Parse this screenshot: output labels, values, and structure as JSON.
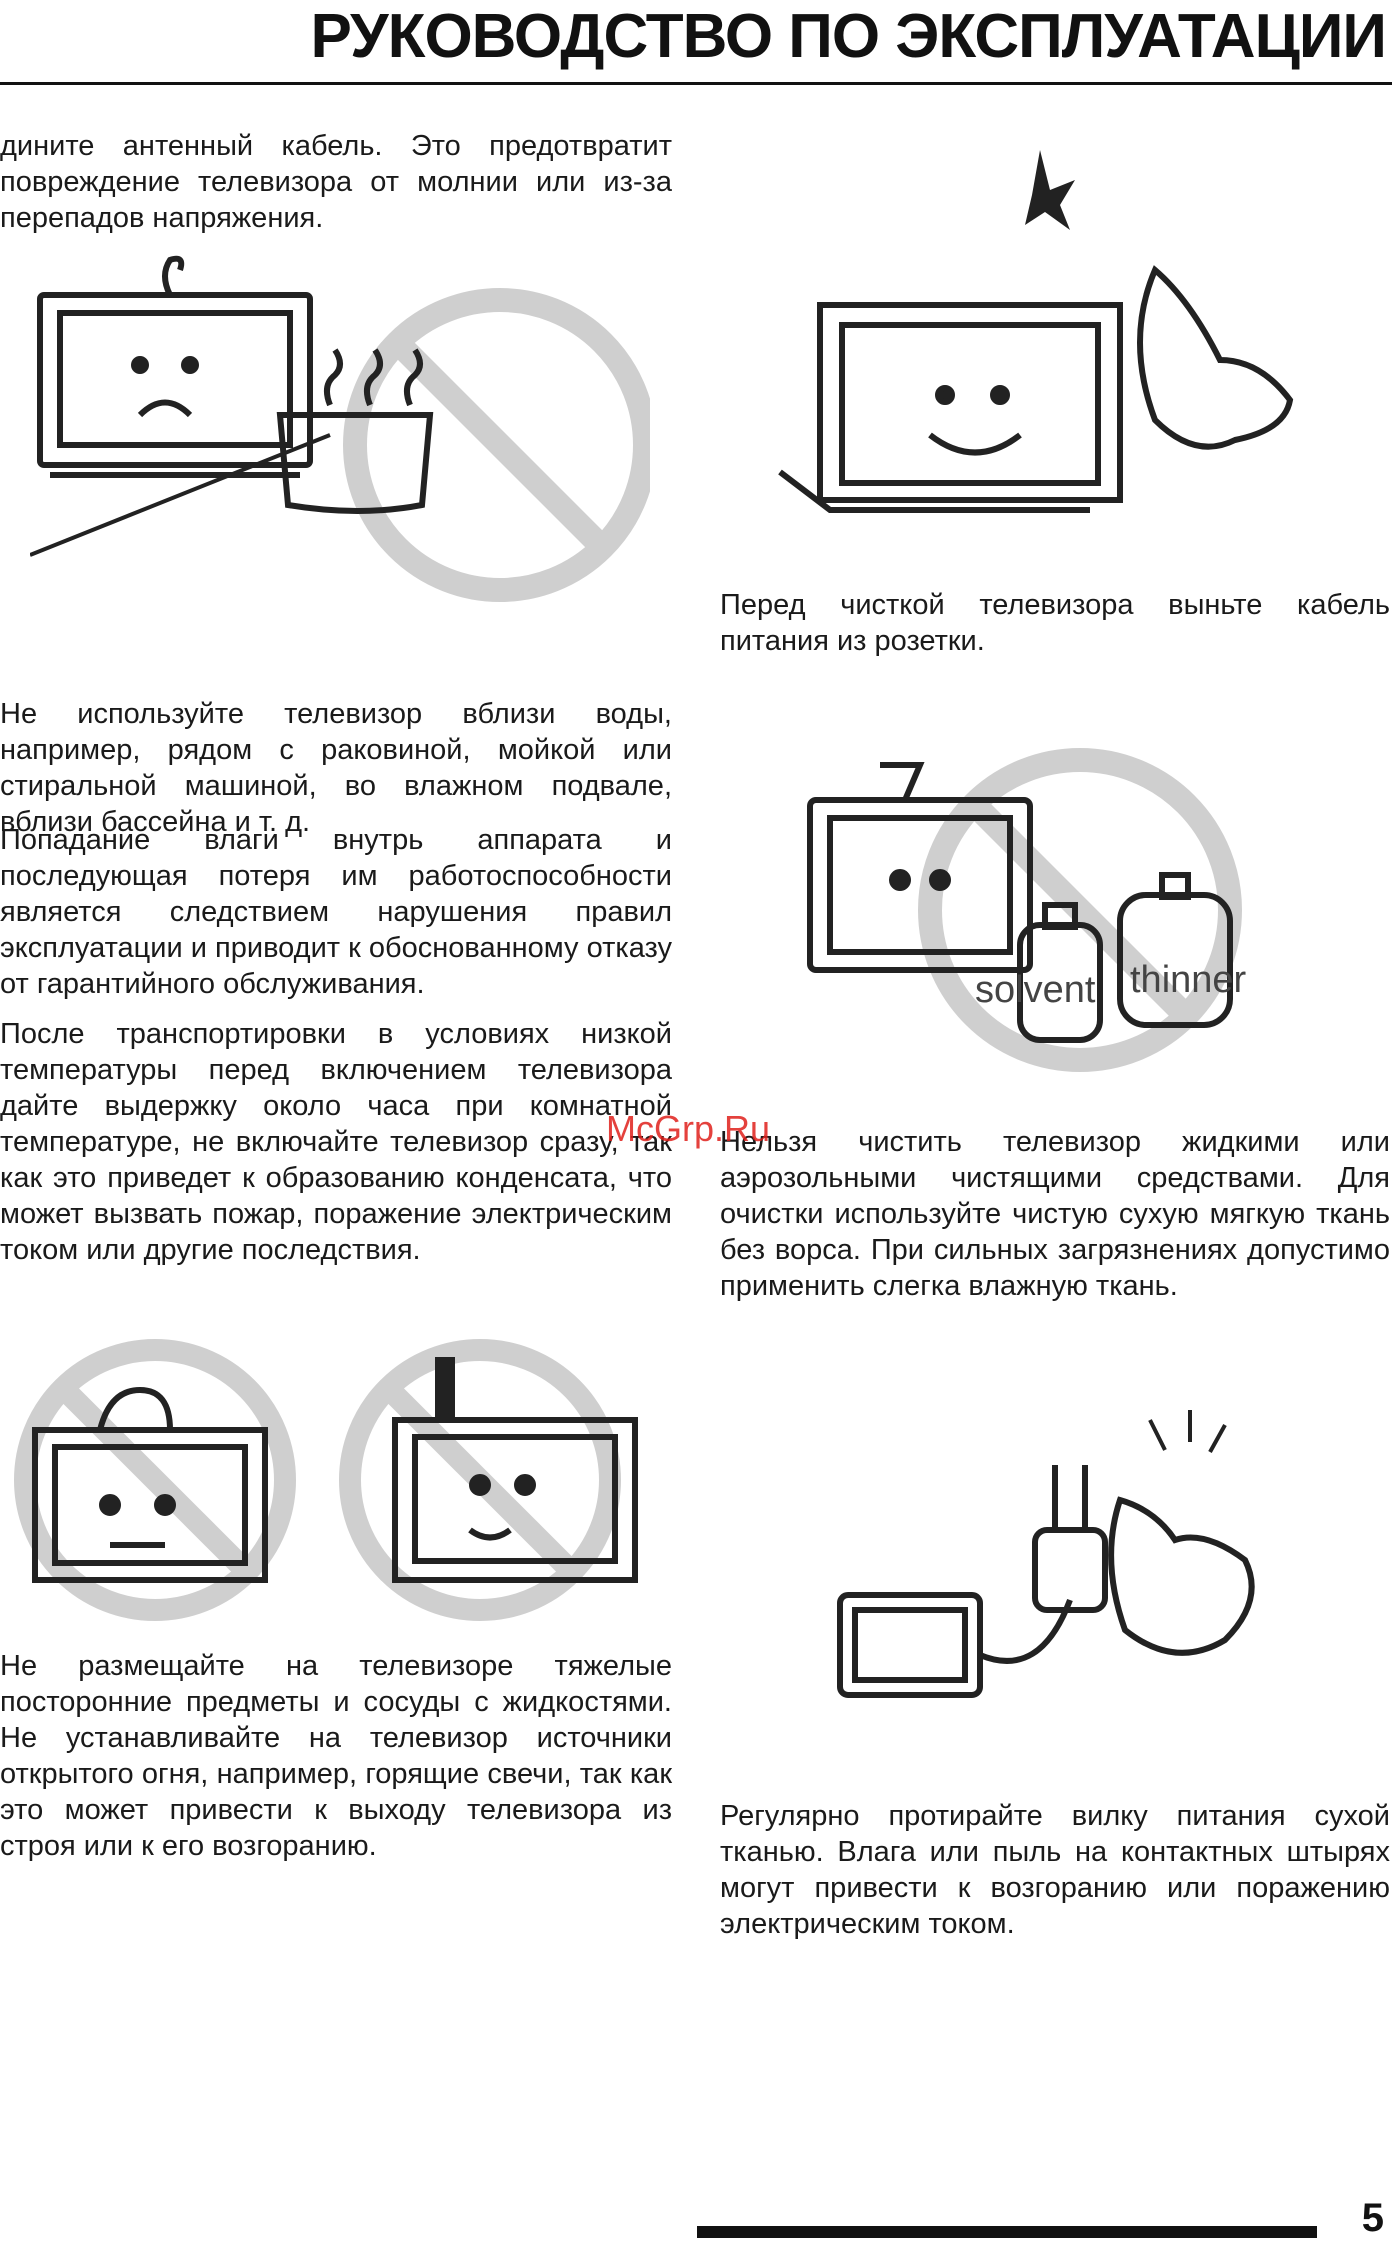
{
  "header": {
    "title": "РУКОВОДСТВО ПО ЭКСПЛУАТАЦИИ"
  },
  "left_column": {
    "p1": "дините антенный кабель. Это предотвратит повреждение телевизора от молнии или из-за перепадов напряжения.",
    "p2": "Не используйте телевизор вблизи воды, например, рядом с раковиной, мойкой или стиральной машиной, во влажном подвале, вблизи бассейна и т. д.",
    "p3": "Попадание влаги внутрь аппарата и последующая потеря им работоспособности является следствием нарушения правил эксплуатации и приводит к обоснованному отказу от гарантийного обслуживания.",
    "p4": "После транспортировки в условиях низкой температуры перед включением телевизора  дайте выдержку около часа при комнатной температуре, не включайте телевизор сразу, так как это приведет к образованию конденсата, что может вызвать пожар, поражение электрическим током или другие последствия.",
    "p5": "Не размещайте на телевизоре тяжелые посторонние предметы и сосуды с жидкостями. Не устанавливайте на телевизор источники открытого огня, например, горящие свечи, так как это может привести к выходу телевизора из строя или к его возгоранию."
  },
  "right_column": {
    "p1": "Перед чисткой телевизора выньте кабель питания из розетки.",
    "p2": "Нельзя чистить телевизор жидкими или аэрозольными чистящими средствами. Для очистки используйте чистую сухую мягкую ткань без ворса. При сильных загрязнениях допустимо применить слегка влажную ткань.",
    "p3": "Регулярно протирайте вилку питания сухой тканью. Влага или пыль на контактных штырях могут привести к возгоранию или поражению электрическим током."
  },
  "illustrations": {
    "solvent_label": "solvent",
    "thinner_label": "thinner"
  },
  "watermark": "McGrp.Ru",
  "footer": {
    "page_number": "5"
  },
  "colors": {
    "text": "#1a1a1a",
    "prohibition_circle": "#cfcfcf",
    "watermark": "#e0201c"
  }
}
